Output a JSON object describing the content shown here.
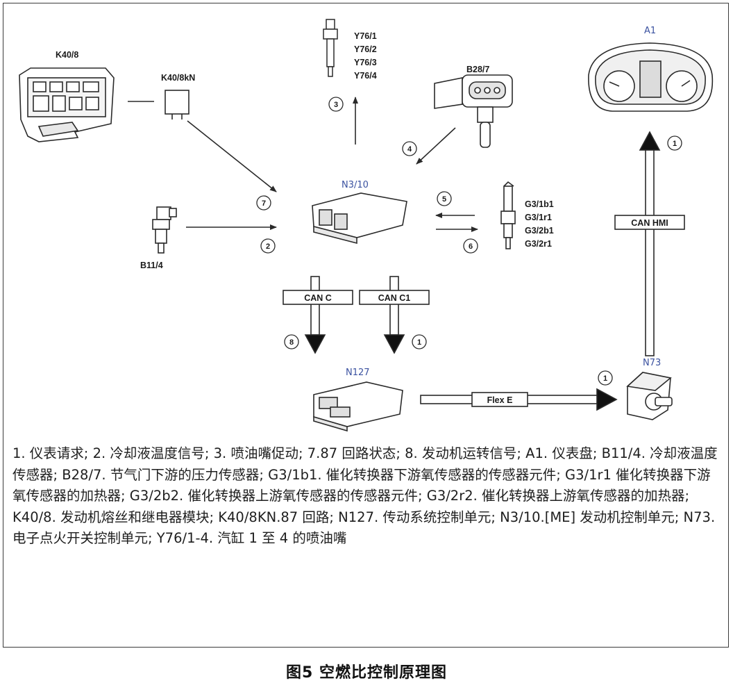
{
  "components": {
    "k40_8": "K40/8",
    "k40_8kn": "K40/8kN",
    "y76": [
      "Y76/1",
      "Y76/2",
      "Y76/3",
      "Y76/4"
    ],
    "b28_7": "B28/7",
    "a1": "A1",
    "n3_10": "N3/10",
    "b11_4": "B11/4",
    "g3": [
      "G3/1b1",
      "G3/1r1",
      "G3/2b1",
      "G3/2r1"
    ],
    "n127": "N127",
    "n73": "N73"
  },
  "signals": {
    "s1": "1",
    "s2": "2",
    "s3": "3",
    "s4": "4",
    "s5": "5",
    "s6": "6",
    "s7": "7",
    "s8": "8"
  },
  "buses": {
    "can_c": "CAN C",
    "can_c1": "CAN C1",
    "can_hmi": "CAN HMI",
    "flex_e": "Flex E"
  },
  "legend": "1. 仪表请求; 2. 冷却液温度信号; 3. 喷油嘴促动; 7.87 回路状态; 8. 发动机运转信号; A1. 仪表盘; B11/4. 冷却液温度传感器; B28/7. 节气门下游的压力传感器; G3/1b1. 催化转换器下游氧传感器的传感器元件; G3/1r1 催化转换器下游氧传感器的加热器; G3/2b2. 催化转换器上游氧传感器的传感器元件; G3/2r2. 催化转换器上游氧传感器的加热器; K40/8. 发动机熔丝和继电器模块; K40/8KN.87 回路; N127. 传动系统控制单元; N3/10.[ME] 发动机控制单元; N73. 电子点火开关控制单元; Y76/1-4. 汽缸 1 至 4 的喷油嘴",
  "caption": "图5 空燃比控制原理图"
}
